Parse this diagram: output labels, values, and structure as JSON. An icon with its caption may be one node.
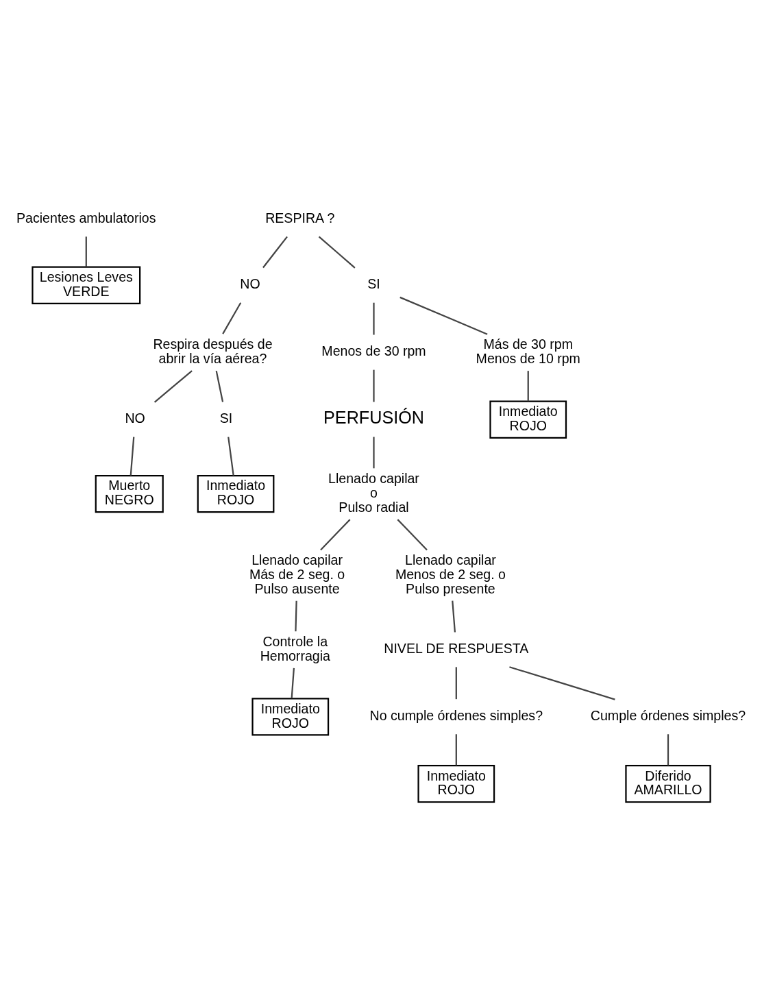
{
  "diagram": {
    "nodes": [
      {
        "text": [
          "Pacientes ambulatorios"
        ]
      },
      {
        "text": [
          "Lesiones Leves",
          "VERDE"
        ]
      },
      {
        "text": [
          "RESPIRA ?"
        ]
      },
      {
        "text": [
          "NO"
        ]
      },
      {
        "text": [
          "SI"
        ]
      },
      {
        "text": [
          "Respira después de",
          "abrir la vía aérea?"
        ]
      },
      {
        "text": [
          "NO"
        ]
      },
      {
        "text": [
          "SI"
        ]
      },
      {
        "text": [
          "Muerto",
          "NEGRO"
        ]
      },
      {
        "text": [
          "Inmediato",
          "ROJO"
        ]
      },
      {
        "text": [
          "Menos de 30 rpm"
        ]
      },
      {
        "text": [
          "Más de 30 rpm",
          "Menos de 10 rpm"
        ]
      },
      {
        "text": [
          "Inmediato",
          "ROJO"
        ]
      },
      {
        "text": [
          "PERFUSIÓN"
        ]
      },
      {
        "text": [
          "Llenado capilar",
          "o",
          "Pulso radial"
        ]
      },
      {
        "text": [
          "Llenado capilar",
          "Más de 2 seg. o",
          "Pulso ausente"
        ]
      },
      {
        "text": [
          "Llenado capilar",
          "Menos de 2 seg. o",
          "Pulso presente"
        ]
      },
      {
        "text": [
          "Controle la",
          "Hemorragia"
        ]
      },
      {
        "text": [
          "Inmediato",
          "ROJO"
        ]
      },
      {
        "text": [
          "NIVEL DE RESPUESTA"
        ]
      },
      {
        "text": [
          "No cumple órdenes simples?"
        ]
      },
      {
        "text": [
          "Cumple órdenes simples?"
        ]
      },
      {
        "text": [
          "Inmediato",
          "ROJO"
        ]
      },
      {
        "text": [
          "Diferido",
          "AMARILLO"
        ]
      }
    ],
    "edges": [
      {
        "from": 0,
        "to": 1,
        "arrow": "none"
      },
      {
        "from": 2,
        "to": 3,
        "arrow": "none"
      },
      {
        "from": 2,
        "to": 4,
        "arrow": "none"
      },
      {
        "from": 3,
        "to": 5,
        "arrow": "none"
      },
      {
        "from": 5,
        "to": 6,
        "arrow": "none"
      },
      {
        "from": 5,
        "to": 7,
        "arrow": "none"
      },
      {
        "from": 6,
        "to": 8,
        "arrow": "none"
      },
      {
        "from": 7,
        "to": 9,
        "arrow": "none"
      },
      {
        "from": 4,
        "to": 10,
        "arrow": "none"
      },
      {
        "from": 4,
        "to": 11,
        "arrow": "none"
      },
      {
        "from": 11,
        "to": 12,
        "arrow": "none"
      },
      {
        "from": 10,
        "to": 13,
        "arrow": "none"
      },
      {
        "from": 13,
        "to": 14,
        "arrow": "none"
      },
      {
        "from": 14,
        "to": 15,
        "arrow": "none"
      },
      {
        "from": 14,
        "to": 16,
        "arrow": "none"
      },
      {
        "from": 15,
        "to": 17,
        "arrow": "none"
      },
      {
        "from": 17,
        "to": 18,
        "arrow": "none"
      },
      {
        "from": 16,
        "to": 19,
        "arrow": "none"
      },
      {
        "from": 19,
        "to": 20,
        "arrow": "none"
      },
      {
        "from": 19,
        "to": 21,
        "arrow": "none"
      },
      {
        "from": 20,
        "to": 22,
        "arrow": "none"
      },
      {
        "from": 21,
        "to": 23,
        "arrow": "none"
      }
    ]
  }
}
